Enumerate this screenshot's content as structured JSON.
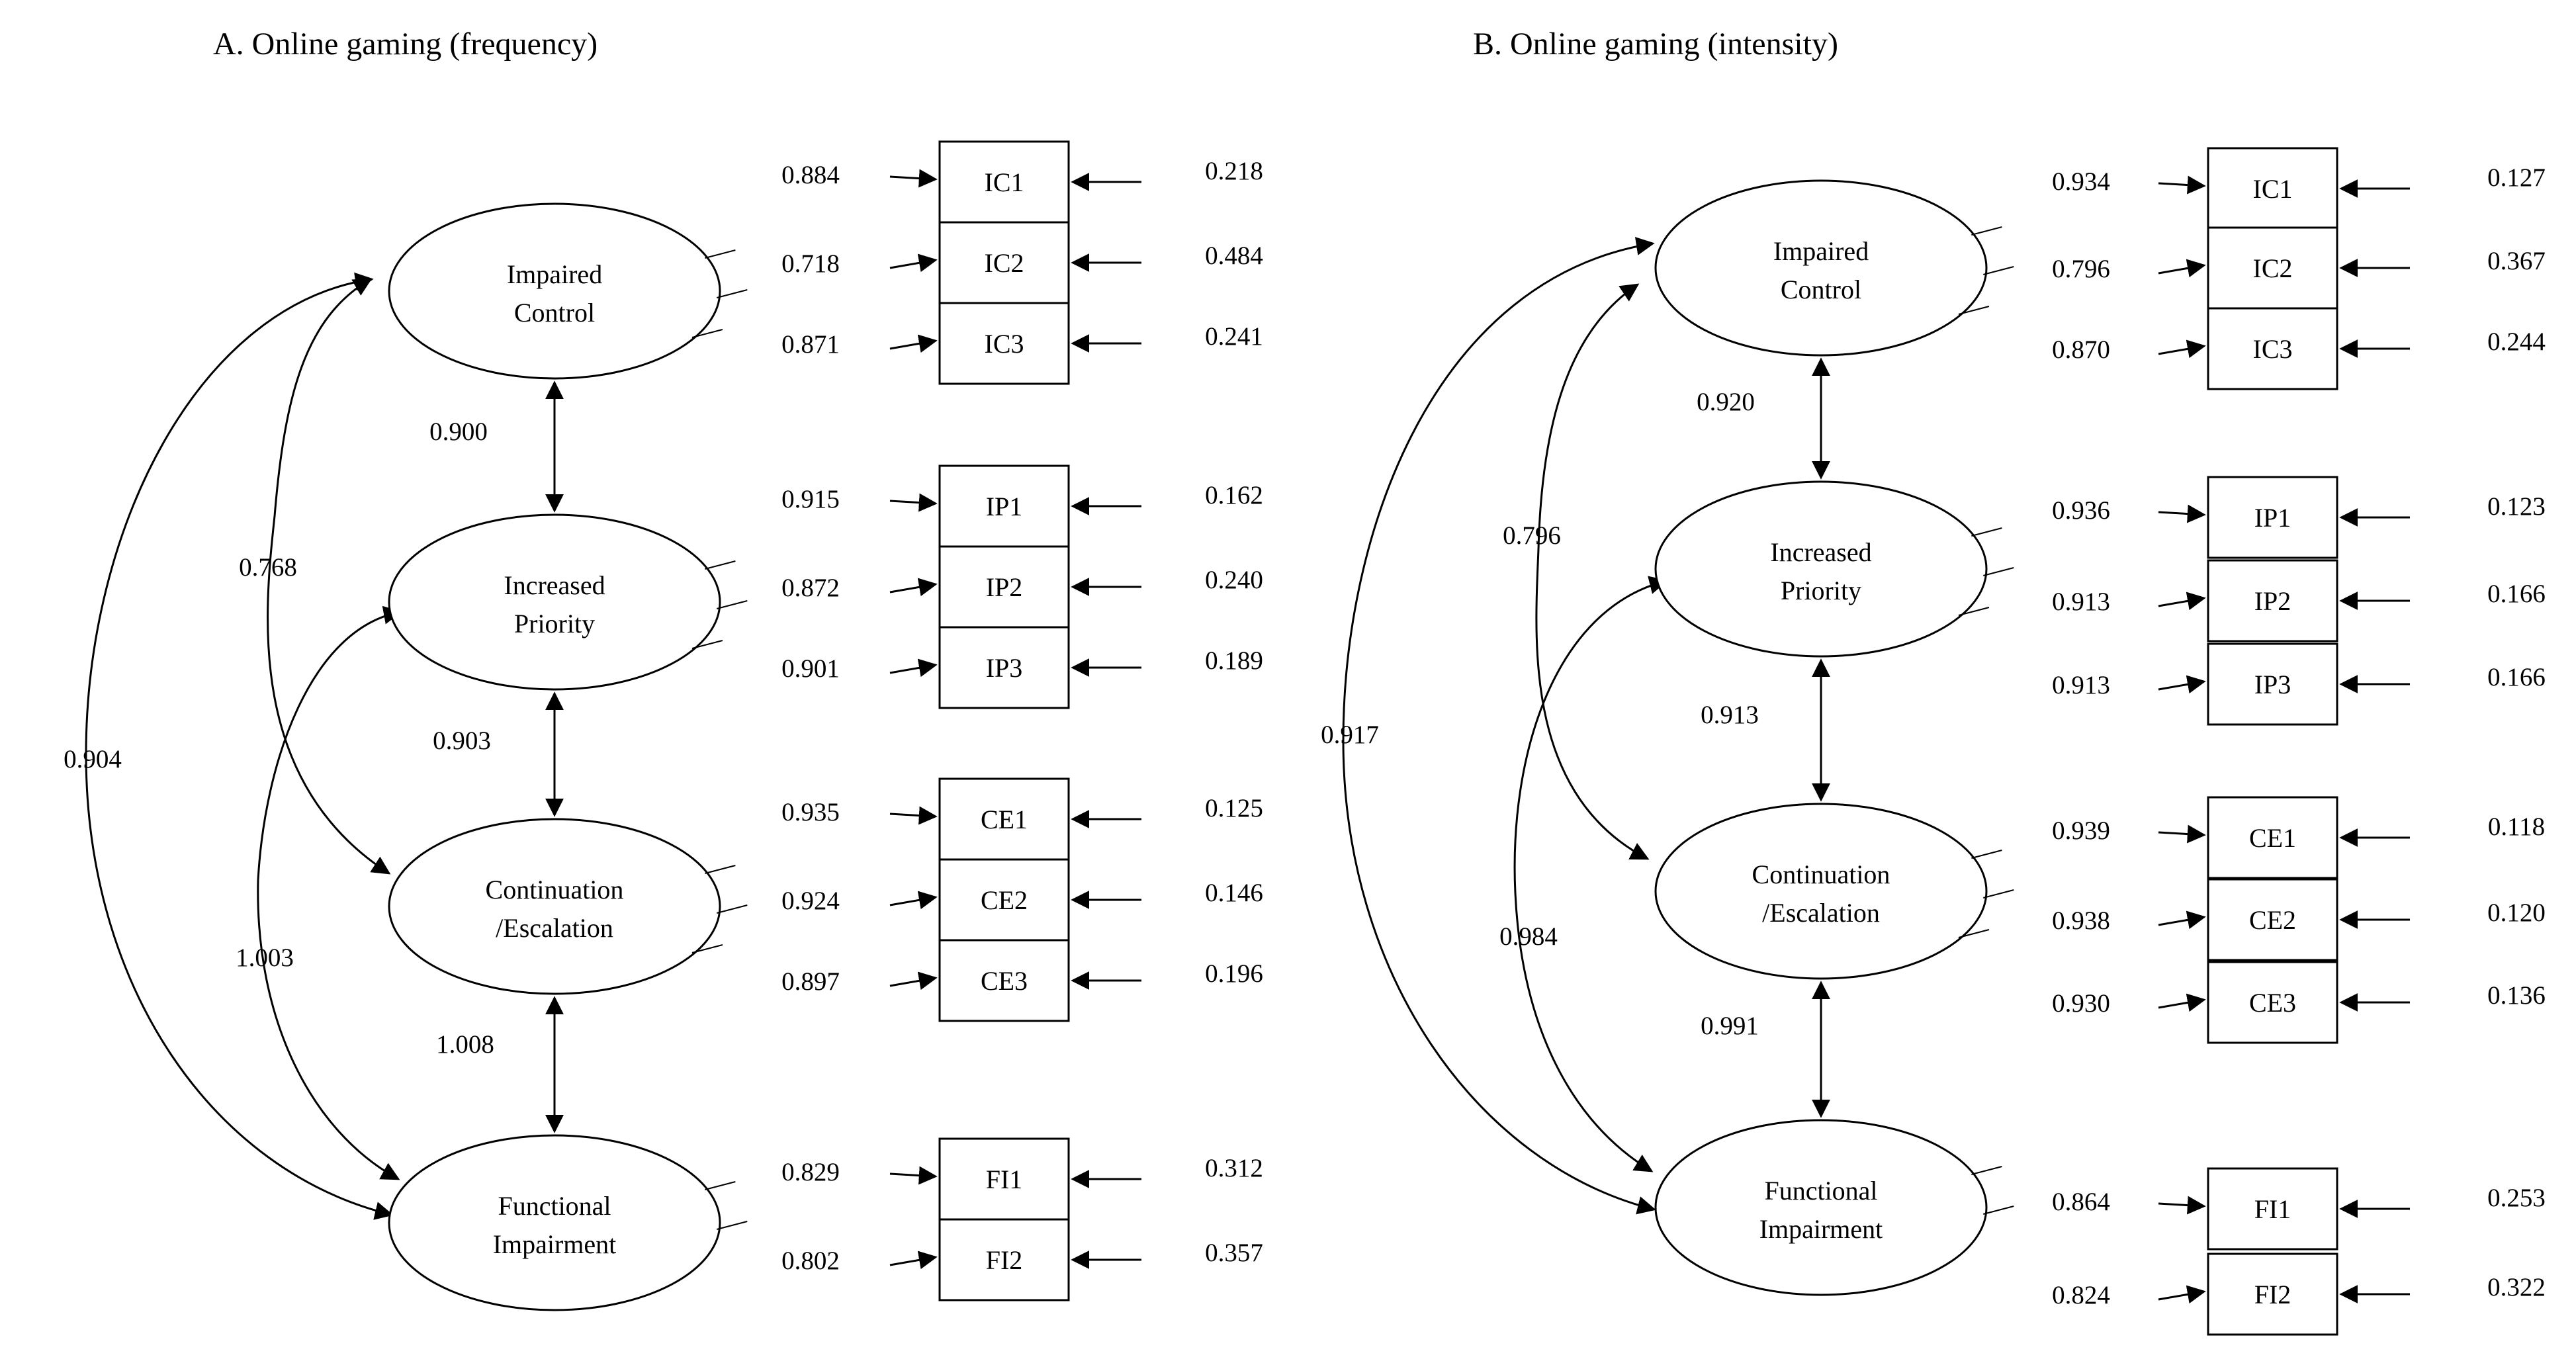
{
  "panels": [
    {
      "title": "A. Online gaming (frequency)",
      "factors": [
        {
          "name": "Impaired\nControl",
          "indicators": [
            {
              "label": "IC1",
              "loading": "0.884",
              "error": "0.218"
            },
            {
              "label": "IC2",
              "loading": "0.718",
              "error": "0.484"
            },
            {
              "label": "IC3",
              "loading": "0.871",
              "error": "0.241"
            }
          ]
        },
        {
          "name": "Increased\nPriority",
          "indicators": [
            {
              "label": "IP1",
              "loading": "0.915",
              "error": "0.162"
            },
            {
              "label": "IP2",
              "loading": "0.872",
              "error": "0.240"
            },
            {
              "label": "IP3",
              "loading": "0.901",
              "error": "0.189"
            }
          ]
        },
        {
          "name": "Continuation\n/Escalation",
          "indicators": [
            {
              "label": "CE1",
              "loading": "0.935",
              "error": "0.125"
            },
            {
              "label": "CE2",
              "loading": "0.924",
              "error": "0.146"
            },
            {
              "label": "CE3",
              "loading": "0.897",
              "error": "0.196"
            }
          ]
        },
        {
          "name": "Functional\nImpairment",
          "indicators": [
            {
              "label": "FI1",
              "loading": "0.829",
              "error": "0.312"
            },
            {
              "label": "FI2",
              "loading": "0.802",
              "error": "0.357"
            }
          ]
        }
      ],
      "adjacent_correlations": [
        "0.900",
        "0.903",
        "1.008"
      ],
      "curved_correlations": [
        {
          "from": 0,
          "to": 2,
          "value": "0.768"
        },
        {
          "from": 1,
          "to": 3,
          "value": "1.003"
        },
        {
          "from": 0,
          "to": 3,
          "value": "0.904"
        }
      ]
    },
    {
      "title": "B. Online gaming (intensity)",
      "factors": [
        {
          "name": "Impaired\nControl",
          "indicators": [
            {
              "label": "IC1",
              "loading": "0.934",
              "error": "0.127"
            },
            {
              "label": "IC2",
              "loading": "0.796",
              "error": "0.367"
            },
            {
              "label": "IC3",
              "loading": "0.870",
              "error": "0.244"
            }
          ]
        },
        {
          "name": "Increased\nPriority",
          "indicators": [
            {
              "label": "IP1",
              "loading": "0.936",
              "error": "0.123"
            },
            {
              "label": "IP2",
              "loading": "0.913",
              "error": "0.166"
            },
            {
              "label": "IP3",
              "loading": "0.913",
              "error": "0.166"
            }
          ]
        },
        {
          "name": "Continuation\n/Escalation",
          "indicators": [
            {
              "label": "CE1",
              "loading": "0.939",
              "error": "0.118"
            },
            {
              "label": "CE2",
              "loading": "0.938",
              "error": "0.120"
            },
            {
              "label": "CE3",
              "loading": "0.930",
              "error": "0.136"
            }
          ]
        },
        {
          "name": "Functional\nImpairment",
          "indicators": [
            {
              "label": "FI1",
              "loading": "0.864",
              "error": "0.253"
            },
            {
              "label": "FI2",
              "loading": "0.824",
              "error": "0.322"
            }
          ]
        }
      ],
      "adjacent_correlations": [
        "0.920",
        "0.913",
        "0.991"
      ],
      "curved_correlations": [
        {
          "from": 0,
          "to": 2,
          "value": "0.796"
        },
        {
          "from": 1,
          "to": 3,
          "value": "0.984"
        },
        {
          "from": 0,
          "to": 3,
          "value": "0.917"
        }
      ]
    }
  ]
}
